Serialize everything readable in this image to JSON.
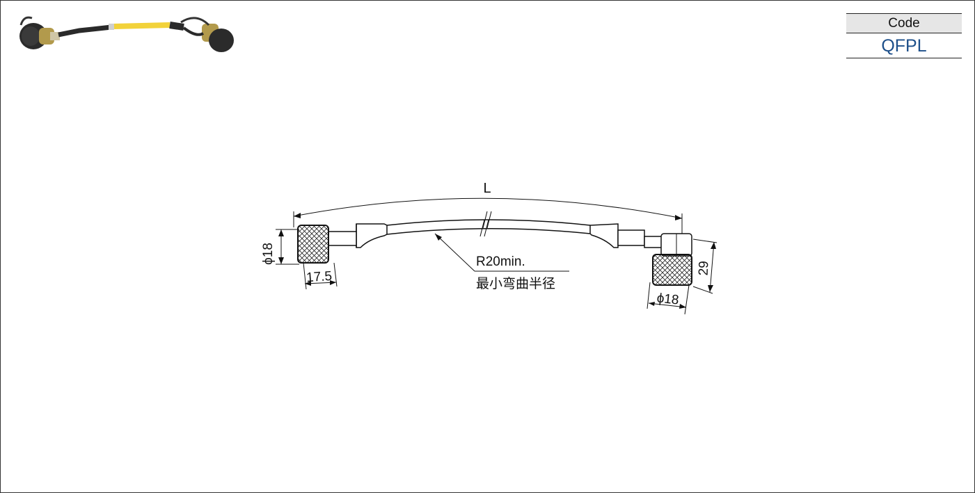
{
  "code_table": {
    "header": "Code",
    "value": "QFPL"
  },
  "dimensions": {
    "length": "L",
    "left_diameter": "ϕ18",
    "left_length": "17.5",
    "right_diameter": "ϕ18",
    "right_height": "29"
  },
  "bend_note": {
    "radius": "R20min.",
    "chinese": "最小弯曲半径"
  },
  "colors": {
    "code_value": "#1d4f8a",
    "hose_yellow": "#f2d23a",
    "fitting_brass": "#b29a4c",
    "cap_black": "#2a2a2a"
  }
}
